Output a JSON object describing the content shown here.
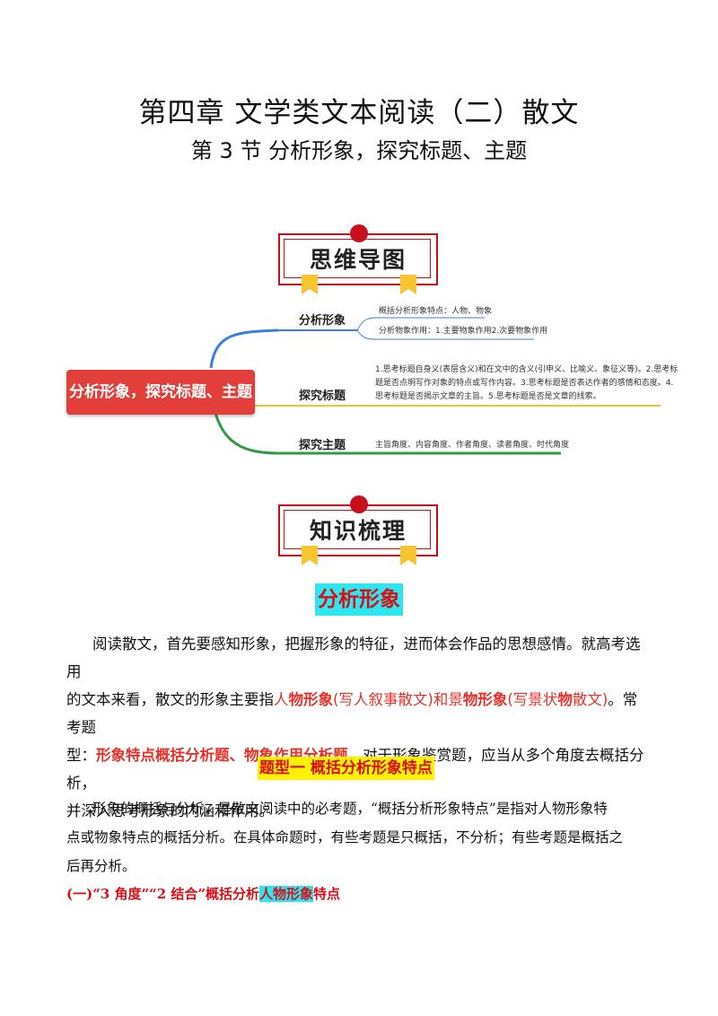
{
  "header": {
    "chapter_title": "第四章  文学类文本阅读（二）散文",
    "section_title": "第 3 节  分析形象，探究标题、主题"
  },
  "banners": {
    "mindmap": "思维导图",
    "knowledge": "知识梳理"
  },
  "mindmap": {
    "root": "分析形象，探究标题、主题",
    "branches": [
      {
        "label": "分析形象",
        "color": "#3b7fe0",
        "leaves": [
          "概括分析形象特点：人物、物象",
          "分析物象作用：1.主要物象作用2.次要物象作用"
        ]
      },
      {
        "label": "探究标题",
        "color": "#f5c12e",
        "leaves": [
          "1.思考标题自身义(表层含义)和在文中的含义(引申义、比喻义、象征义等)。2.思考标",
          "题是否点明写作对象的特点或写作内容。3.思考标题是否表达作者的感情和态度。4.",
          "思考标题是否揭示文章的主旨。5.思考标题是否是文章的线索。"
        ]
      },
      {
        "label": "探究主题",
        "color": "#2e9b45",
        "leaves": [
          "主旨角度、内容角度、作者角度、读者角度、时代角度"
        ]
      }
    ]
  },
  "section": {
    "heading": "分析形象",
    "intro": {
      "t1": "阅读散文，首先要感知形象，把握形象的特征，进而体会作品的思想感情。就高考选用",
      "t2": "的文本来看，散文的形象主要指",
      "r1": "人",
      "b1": "物形象",
      "r2": "(写人叙事散文)",
      "r3": "和景",
      "b2": "物形象",
      "r4": "(写景状",
      "b3": "物",
      "r5": "散文)",
      "t3": "。常考题",
      "t4": "型：",
      "b4": "形象特点概括分析题",
      "r6": "、",
      "b5": "物象作用分析题",
      "t5": "。对于形象鉴赏题，应当从多个角度去概括分析，",
      "t6": "并深入思考形象的内涵和作用。"
    },
    "type_heading": "题型一    概括分析形象特点",
    "body": [
      "形象的概括与分析，是散文阅读中的必考题，“概括分析形象特点”是指对人物形象特",
      "点或物象特点的概括分析。在具体命题时，有些考题是只概括，不分析；有些考题是概括之",
      "后再分析。"
    ],
    "sub_heading": {
      "pre": "(一)“3 角度”“2 结合”概括分析",
      "highlight": "人物形象",
      "post": "特点"
    }
  }
}
